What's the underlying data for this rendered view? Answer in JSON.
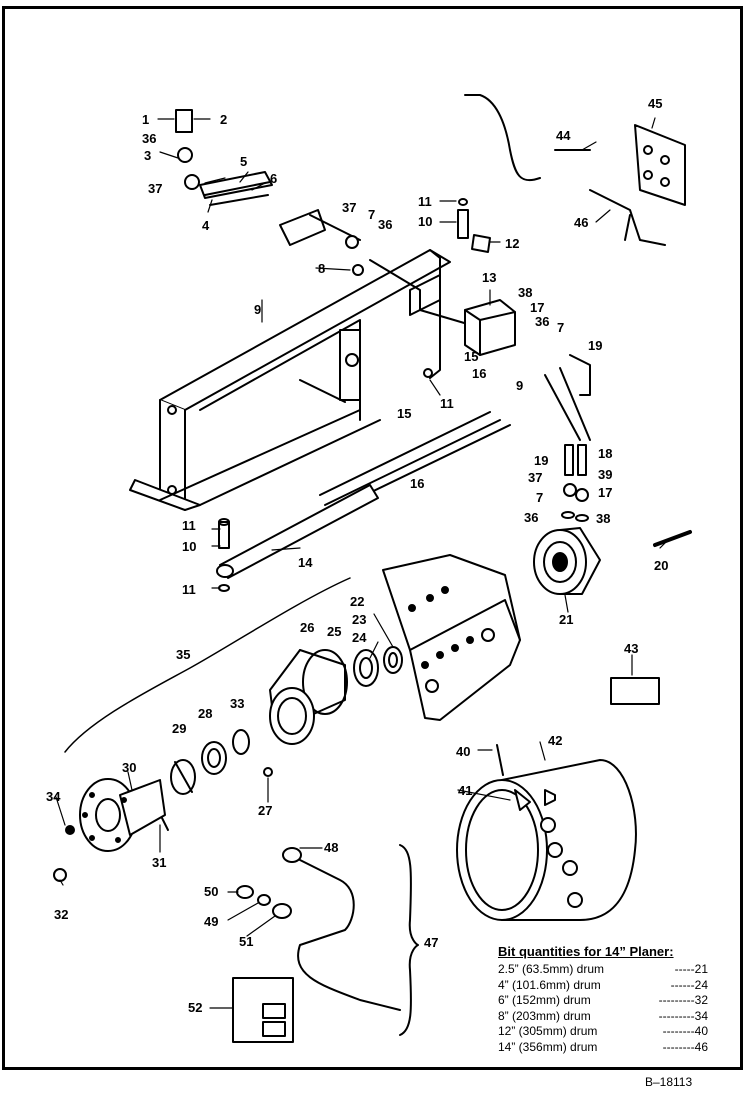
{
  "callouts": {
    "c1": "1",
    "c2": "2",
    "c3": "3",
    "c4": "4",
    "c5": "5",
    "c6": "6",
    "c7": "7",
    "c8": "8",
    "c9": "9",
    "c10": "10",
    "c11": "11",
    "c12": "12",
    "c13": "13",
    "c14": "14",
    "c15": "15",
    "c16": "16",
    "c17": "17",
    "c18": "18",
    "c19": "19",
    "c20": "20",
    "c21": "21",
    "c22": "22",
    "c23": "23",
    "c24": "24",
    "c25": "25",
    "c26": "26",
    "c27": "27",
    "c28": "28",
    "c29": "29",
    "c30": "30",
    "c31": "31",
    "c32": "32",
    "c33": "33",
    "c34": "34",
    "c35": "35",
    "c36": "36",
    "c37": "37",
    "c38": "38",
    "c39": "39",
    "c40": "40",
    "c41": "41",
    "c42": "42",
    "c43": "43",
    "c44": "44",
    "c45": "45",
    "c46": "46",
    "c47": "47",
    "c48": "48",
    "c49": "49",
    "c50": "50",
    "c51": "51",
    "c52": "52"
  },
  "bit_table": {
    "title": "Bit quantities for 14” Planer:",
    "rows": [
      {
        "drum": "2.5” (63.5mm) drum",
        "dashes": "-----",
        "qty": "21"
      },
      {
        "drum": "4” (101.6mm) drum",
        "dashes": "------",
        "qty": "24"
      },
      {
        "drum": "6” (152mm) drum",
        "dashes": "---------",
        "qty": "32"
      },
      {
        "drum": "8” (203mm) drum",
        "dashes": "---------",
        "qty": "34"
      },
      {
        "drum": "12” (305mm) drum",
        "dashes": "--------",
        "qty": "40"
      },
      {
        "drum": "14” (356mm) drum",
        "dashes": "--------",
        "qty": "46"
      }
    ]
  },
  "reference": "B–18113"
}
